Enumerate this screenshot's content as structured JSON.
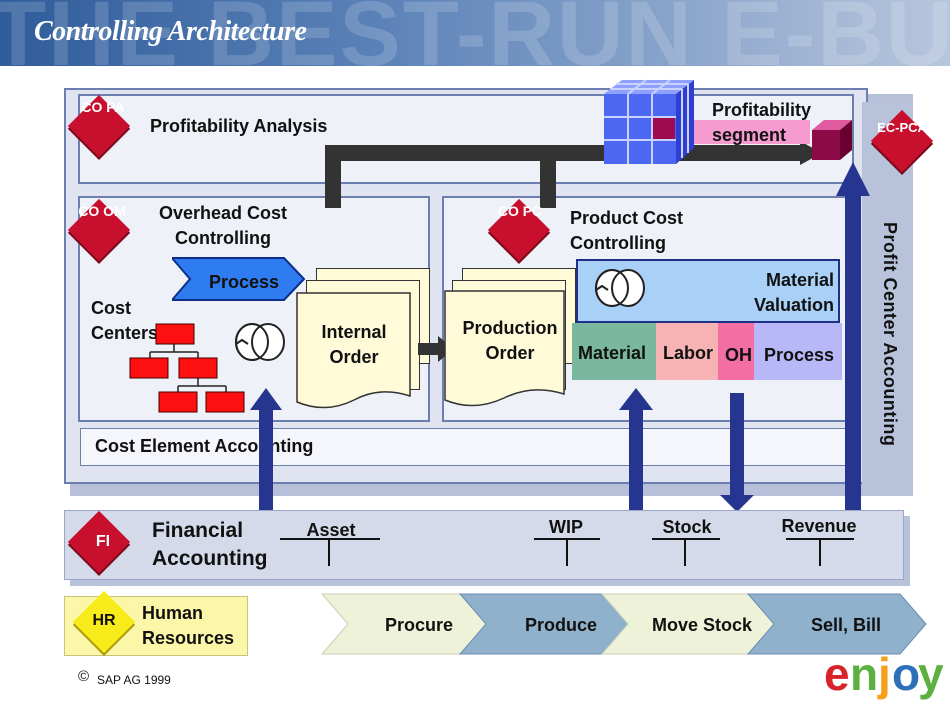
{
  "header": {
    "title": "Controlling Architecture",
    "bg_text": "THE BEST-RUN E-BUS"
  },
  "modules": {
    "copa": {
      "badge": "CO PA",
      "title": "Profitability Analysis"
    },
    "ecpca": {
      "badge": "EC-PCA"
    },
    "com": {
      "badge": "CO OM",
      "title": "Overhead Cost Controlling"
    },
    "copc": {
      "badge": "CO PC",
      "title": "Product Cost Controlling"
    },
    "fi": {
      "badge": "FI",
      "title": "Financial Accounting"
    },
    "hr": {
      "badge": "HR",
      "title": "Human Resources"
    }
  },
  "labels": {
    "profitability_segment": "Profitability segment",
    "process": "Process",
    "cost_centers": "Cost Centers",
    "internal_order": "Internal Order",
    "production_order": "Production Order",
    "material_valuation": "Material Valuation",
    "cost_element_accounting": "Cost Element Accounting",
    "profit_center_accounting": "Profit Center Accounting"
  },
  "cost_components": [
    {
      "label": "Material",
      "color": "#79b89f"
    },
    {
      "label": "Labor",
      "color": "#f7b2b4"
    },
    {
      "label": "OH",
      "color": "#f36fa3"
    },
    {
      "label": "Process",
      "color": "#b8b8f8"
    }
  ],
  "fi_accounts": [
    "Asset",
    "WIP",
    "Stock",
    "Revenue"
  ],
  "process_steps": [
    "Procure",
    "Produce",
    "Move Stock",
    "Sell, Bill"
  ],
  "footer": {
    "copyright_symbol": "©",
    "copyright": "SAP AG 1999",
    "logo": "enjoy"
  },
  "colors": {
    "diamond_red": "#c8102e",
    "arrow_blue": "#26358f",
    "hr_yellow": "#f7ec1a",
    "panel_bg": "#eef1f8"
  }
}
